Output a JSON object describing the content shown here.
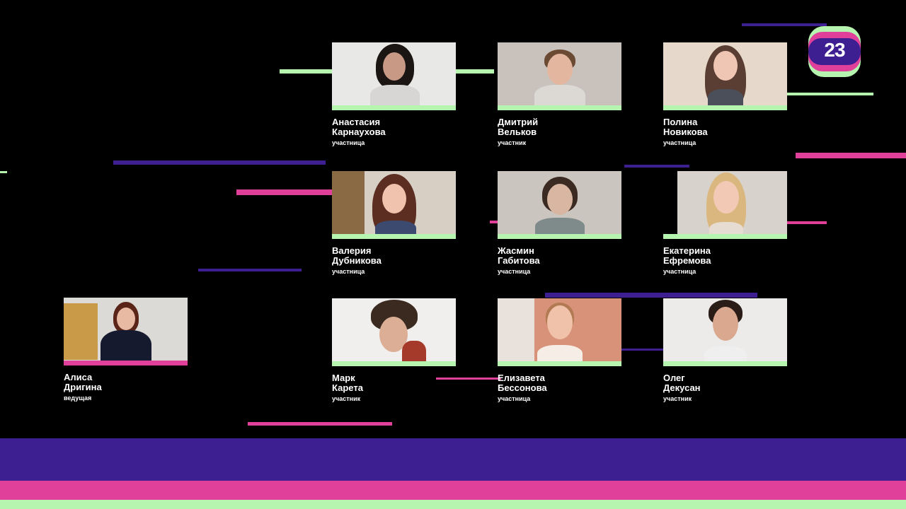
{
  "logo": {
    "text": "23"
  },
  "host": {
    "name": "Алиса\nДригина",
    "role": "ведущая"
  },
  "participants": [
    {
      "name": "Анастасия\nКарнаухова",
      "role": "участница"
    },
    {
      "name": "Дмитрий\nВельков",
      "role": "участник"
    },
    {
      "name": "Полина\nНовикова",
      "role": "участница"
    },
    {
      "name": "Валерия\nДубникова",
      "role": "участница"
    },
    {
      "name": "Жасмин\nГабитова",
      "role": "участница"
    },
    {
      "name": "Екатерина\nЕфремова",
      "role": "участница"
    },
    {
      "name": "Марк\nКарета",
      "role": "участник"
    },
    {
      "name": "Елизавета\nБессонова",
      "role": "участница"
    },
    {
      "name": "Олег\nДекусан",
      "role": "участник"
    }
  ],
  "colors": {
    "green": "#b5f5b0",
    "pink": "#e0409a",
    "purple": "#3e1f92",
    "background": "#000000"
  }
}
